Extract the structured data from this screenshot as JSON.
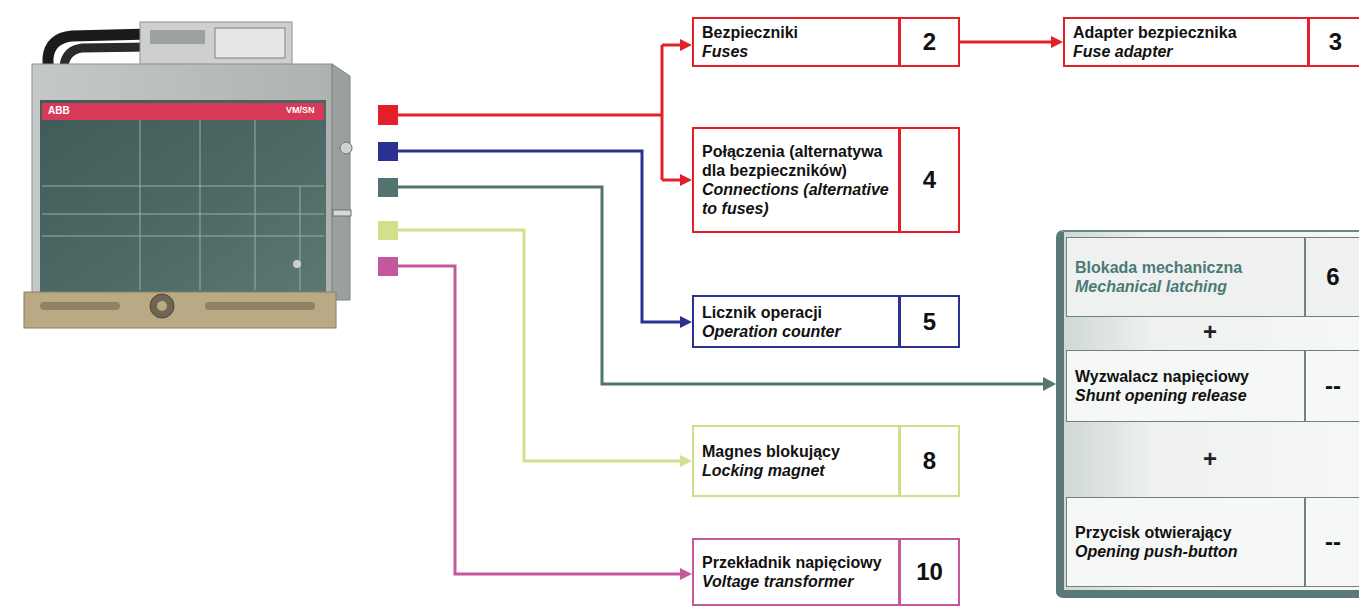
{
  "diagram": {
    "nodes": [
      {
        "text": [
          "Bezpieczniki",
          "Fuses",
          "2"
        ]
      },
      {
        "text": [
          "Adapter bezpiecznika",
          "Fuse adapter",
          "3"
        ]
      },
      {
        "text": [
          "Połączenia (alternatywa dla bezpieczników)",
          "Connections (alternative to fuses)",
          "4"
        ]
      },
      {
        "text": [
          "Licznik operacji",
          "Operation counter",
          "5"
        ]
      },
      {
        "text": [
          "Blokada mechaniczna",
          "Mechanical latching",
          "6"
        ]
      },
      {
        "text": [
          "Wyzwalacz napięciowy",
          "Shunt opening release",
          "--"
        ]
      },
      {
        "text": [
          "Przycisk otwierający",
          "Opening push-button",
          "--"
        ]
      },
      {
        "text": [
          "Magnes blokujący",
          "Locking magnet",
          "8"
        ]
      },
      {
        "text": [
          "Przekładnik napięciowy",
          "Voltage transformer",
          "10"
        ]
      }
    ],
    "edges": [
      {
        "from": 0,
        "to": 1,
        "arrow": "to"
      }
    ],
    "labels": [
      "ABB",
      "VM/SN",
      "+",
      "+"
    ]
  }
}
